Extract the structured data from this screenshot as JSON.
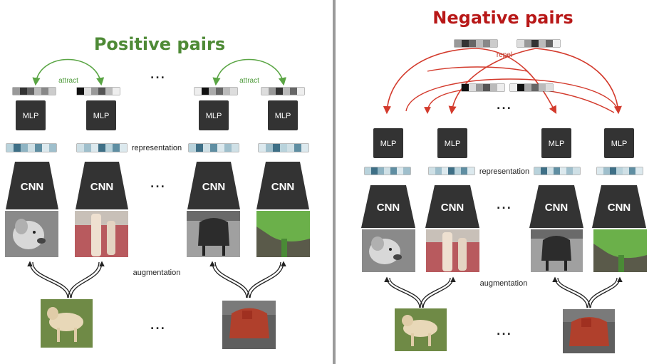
{
  "titles": {
    "positive": "Positive pairs",
    "negative": "Negative pairs"
  },
  "labels": {
    "mlp": "MLP",
    "cnn": "CNN",
    "representation": "representation",
    "augmentation": "augmentation",
    "attract": "attract",
    "repel": "repel",
    "ellipsis": "..."
  },
  "colors": {
    "attract_arrow": "#5aa544",
    "repel_arrow": "#d33a2c",
    "block_dark": "#333333",
    "divider": "#9a9a9a",
    "rep_cell_teal": "#3e6f86",
    "rep_cell_light": "#b9d3dc"
  },
  "images": {
    "dog_gray": "labrador-grayscale",
    "dog_red": "labrador-leg-red-tint",
    "chair_gray": "armchair-grayscale",
    "chair_green": "armchair-green-crop",
    "dog_original": "labrador-on-grass",
    "chair_original": "red-armchair"
  }
}
